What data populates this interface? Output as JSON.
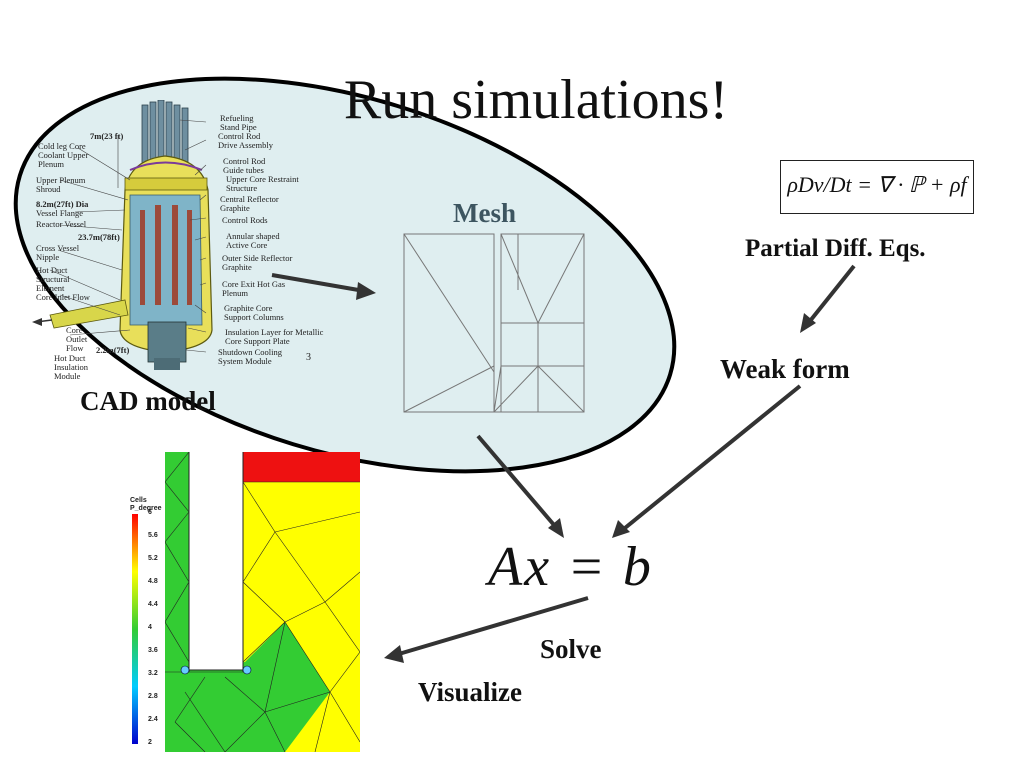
{
  "slide": {
    "title": "Run simulations!",
    "labels": {
      "mesh": "Mesh",
      "cad_model": "CAD model",
      "pde": "Partial Diff. Eqs.",
      "weak_form": "Weak form",
      "solve": "Solve",
      "visualize": "Visualize"
    },
    "equation_pde": "ρDv/Dt = ∇ · ℙ + ρf",
    "equation_linear": "Ax = b"
  },
  "cad_diagram": {
    "left_labels": [
      "Cold leg Core",
      "Coolant Upper",
      "Plenum",
      "Upper Plenum",
      "Shroud",
      "8.2m(27ft) Dia",
      "Vessel Flange",
      "Reactor Vessel",
      "Cross Vessel",
      "Nipple",
      "Hot Duct",
      "Structural",
      "Element",
      "Core Inlet Flow",
      "Core",
      "Outlet",
      "Flow",
      "Hot Duct",
      "Insulation",
      "Module"
    ],
    "dimension_labels": [
      "7m(23 ft)",
      "23.7m(78ft)",
      "2.2m(7ft)"
    ],
    "right_labels": [
      "Refueling",
      "Stand Pipe",
      "Control Rod",
      "Drive Assembly",
      "Control Rod",
      "Guide tubes",
      "Upper Core Restraint",
      "Structure",
      "Central Reflector",
      "Graphite",
      "Control Rods",
      "Annular shaped",
      "Active Core",
      "Outer Side Reflector",
      "Graphite",
      "Core Exit Hot Gas",
      "Plenum",
      "Graphite Core",
      "Support Columns",
      "Insulation  Layer for Metallic",
      "Core Support Plate",
      "Shutdown Cooling",
      "System Module"
    ],
    "page_number": "3"
  },
  "colorbar": {
    "title_line1": "Cells",
    "title_line2": "P_degree",
    "ticks": [
      "6",
      "5.6",
      "5.2",
      "4.8",
      "4.4",
      "4",
      "3.6",
      "3.2",
      "2.8",
      "2.4",
      "2"
    ]
  },
  "colors": {
    "ellipse_fill": "#dfeef0",
    "arrow": "#333333",
    "field_green": "#33cc33",
    "field_yellow": "#ffff00",
    "field_red": "#ee1111"
  }
}
